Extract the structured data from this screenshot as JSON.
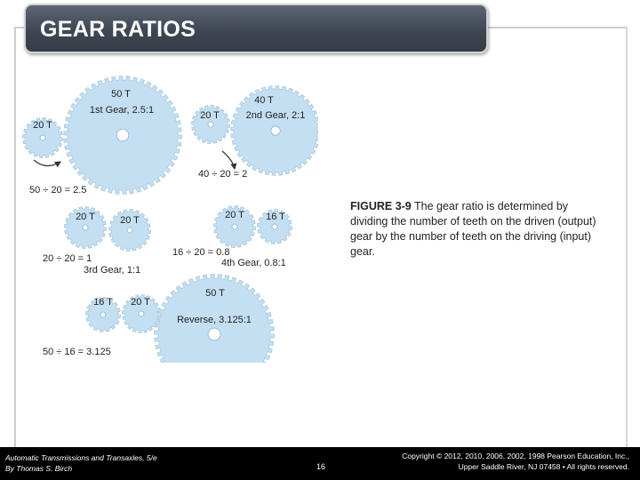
{
  "slide": {
    "title": "GEAR RATIOS",
    "caption": {
      "label": "FIGURE 3-9",
      "text": "The gear ratio is determined by dividing the number of teeth on the driven (output) gear by the number of teeth on the driving (input) gear."
    },
    "figure": {
      "first_gear": {
        "large_label": "50 T",
        "large_name": "1st Gear, 2.5:1",
        "small_label": "20 T",
        "equation": "50 ÷ 20 = 2.5"
      },
      "second_gear": {
        "small_label": "20 T",
        "large_label": "40 T",
        "name": "2nd Gear, 2:1",
        "equation": "40 ÷ 20 = 2"
      },
      "third_gear": {
        "left_label": "20 T",
        "right_label": "20 T",
        "equation": "20 ÷ 20 = 1",
        "name": "3rd Gear, 1:1"
      },
      "fourth_gear": {
        "left_label": "20 T",
        "right_label": "16 T",
        "equation": "16 ÷ 20 = 0.8",
        "name": "4th Gear, 0.8:1"
      },
      "reverse_gear": {
        "small_label": "16 T",
        "idler_label": "20 T",
        "large_label": "50 T",
        "name": "Reverse, 3.125:1",
        "equation": "50 ÷ 16 = 3.125"
      },
      "gear_color": "#c4dff2",
      "outline_color": "#a9c8dd"
    },
    "footer": {
      "book_title": "Automatic Transmissions and Transaxles, 5/e",
      "author": "By Thomas S. Birch",
      "page_number": "16",
      "copyright_line1": "Copyright © 2012, 2010, 2006, 2002, 1998 Pearson Education, Inc.,",
      "copyright_line2": "Upper Saddle River, NJ 07458 • All rights reserved."
    }
  }
}
